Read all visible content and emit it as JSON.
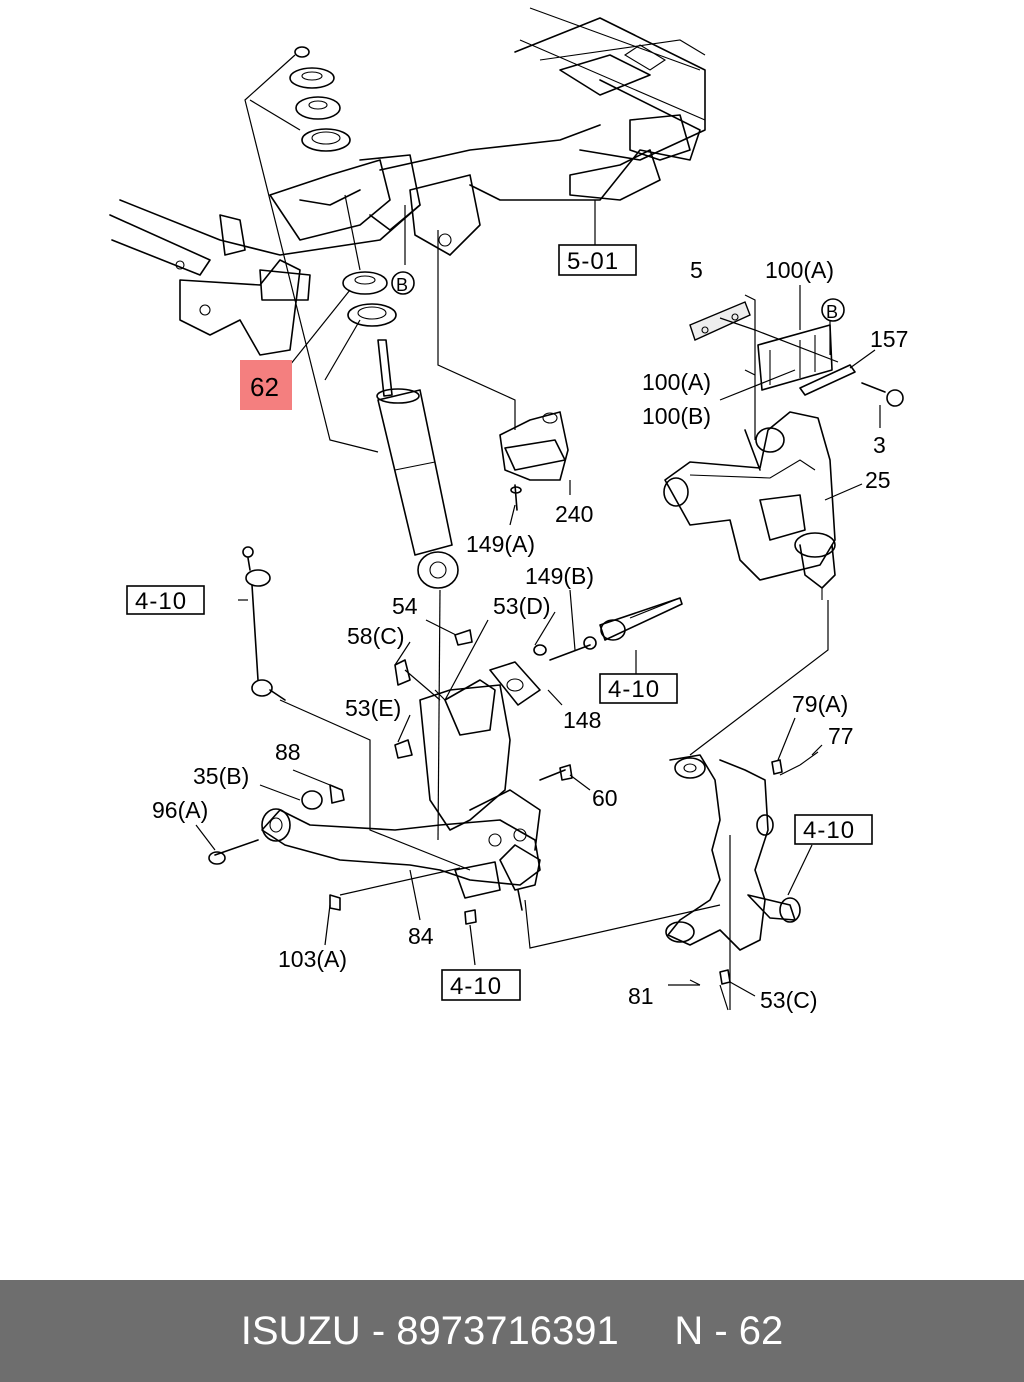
{
  "labels": {
    "p5": "5",
    "p100a_top": "100(A)",
    "pB_top": "B",
    "p157": "157",
    "p100a_mid": "100(A)",
    "p100b": "100(B)",
    "p3": "3",
    "p25": "25",
    "pB_left": "B",
    "p62": "62",
    "p240": "240",
    "p149a": "149(A)",
    "p149b": "149(B)",
    "p54": "54",
    "p53d": "53(D)",
    "p58c": "58(C)",
    "p148": "148",
    "p53e": "53(E)",
    "p88": "88",
    "p35b": "35(B)",
    "p96a": "96(A)",
    "p60": "60",
    "p79a": "79(A)",
    "p77": "77",
    "p84": "84",
    "p103a": "103(A)",
    "p81": "81",
    "p53c": "53(C)"
  },
  "refs": {
    "r501": "5-01",
    "r410_left": "4-10",
    "r410_mid": "4-10",
    "r410_right": "4-10",
    "r410_bottom": "4-10"
  },
  "highlight_color": "#f47f7f",
  "footer": {
    "text": "ISUZU - 8973716391     N - 62",
    "background": "#6e6e6e"
  }
}
